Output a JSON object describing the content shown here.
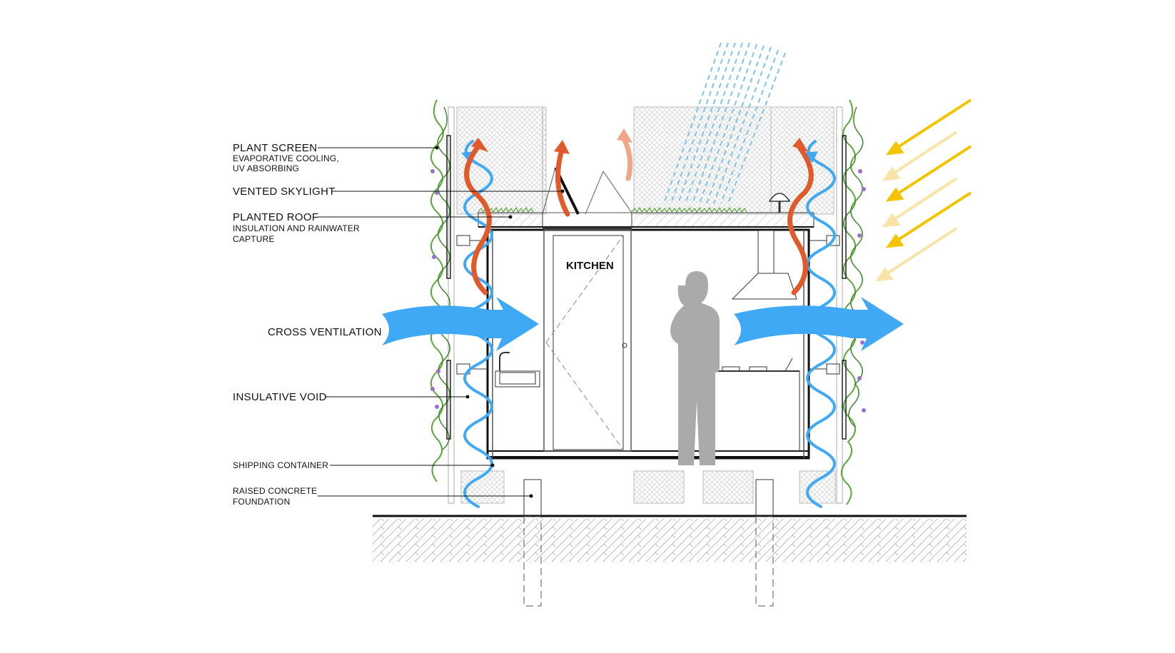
{
  "labels": {
    "plant_screen": "PLANT SCREEN",
    "plant_screen_sub1": "EVAPORATIVE COOLING,",
    "plant_screen_sub2": "UV ABSORBING",
    "vented_skylight": "VENTED SKYLIGHT",
    "planted_roof": "PLANTED ROOF",
    "planted_roof_sub1": "INSULATION AND RAINWATER",
    "planted_roof_sub2": "CAPTURE",
    "cross_ventilation": "CROSS VENTILATION",
    "insulative_void": "INSULATIVE VOID",
    "shipping_container": "SHIPPING CONTAINER",
    "raised_concrete_1": "RAISED CONCRETE",
    "raised_concrete_2": "FOUNDATION",
    "kitchen": "KITCHEN"
  },
  "colors": {
    "cool_air": "#3fa9f5",
    "warm_air": "#e05a2b",
    "warm_air_light": "#f0a586",
    "sun": "#f5c400",
    "sun_light": "#f7e4a6",
    "rain": "#7cc3f2",
    "plants": "#5aa83c",
    "flowers": "#9b6fd0",
    "figure": "#aaaaaa"
  },
  "icons": {
    "sun_rays": "sun-ray-arrow-icon",
    "rain": "rain-icon",
    "vent_cap": "roof-vent-icon"
  }
}
